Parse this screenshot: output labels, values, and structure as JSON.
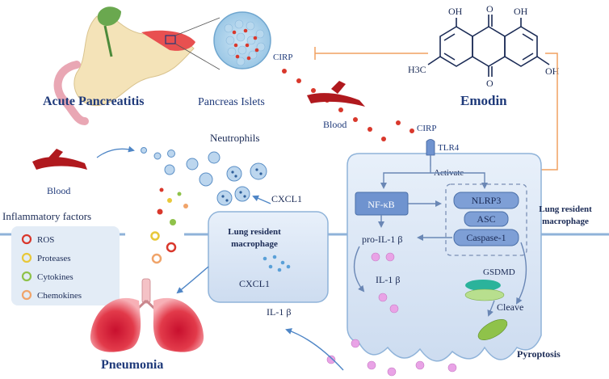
{
  "labels": {
    "acute_pancreatitis": "Acute Pancreatitis",
    "pancreas_islets": "Pancreas Islets",
    "cirp_top": "CIRP",
    "cirp_mid": "CIRP",
    "blood_top": "Blood",
    "blood_left": "Blood",
    "tlr4": "TLR4",
    "emodin": "Emodin",
    "emodin_oh1": "OH",
    "emodin_o1": "O",
    "emodin_oh2": "OH",
    "emodin_ch3": "H3C",
    "emodin_o2": "O",
    "emodin_oh3": "OH",
    "activate": "Activate",
    "nfkb": "NF-κB",
    "nlrp3": "NLRP3",
    "asc": "ASC",
    "caspase1": "Caspase-1",
    "lung_macrophage_right_1": "Lung resident",
    "lung_macrophage_right_2": "macrophage",
    "pro_il1b": "pro-IL-1 β",
    "il1b_inner": "IL-1 β",
    "gsdmd": "GSDMD",
    "cleave": "Cleave",
    "pyroptosis": "Pyroptosis",
    "neutrophils": "Neutrophils",
    "cxcl1_outer": "CXCL1",
    "lung_macrophage_mid_1": "Lung resident",
    "lung_macrophage_mid_2": "macrophage",
    "cxcl1_inner": "CXCL1",
    "il1b_outer": "IL-1 β",
    "pneumonia": "Pneumonia"
  },
  "legend": {
    "title": "Inflammatory  factors",
    "items": [
      {
        "label": "ROS",
        "color": "#d9382c"
      },
      {
        "label": "Proteases",
        "color": "#e8c83a"
      },
      {
        "label": "Cytokines",
        "color": "#8fc24a"
      },
      {
        "label": "Chemokines",
        "color": "#f0a46a"
      }
    ]
  },
  "colors": {
    "title_blue": "#1f3a7a",
    "inhibit_orange": "#f0a060",
    "arrow_blue": "#4f86c6",
    "cell_fill": "#dde8f5",
    "cell_stroke": "#8fb3d9",
    "protein_box": "#6f93cf",
    "cirp_dot": "#d9382c",
    "il1b_dot": "#e9a3e6"
  }
}
